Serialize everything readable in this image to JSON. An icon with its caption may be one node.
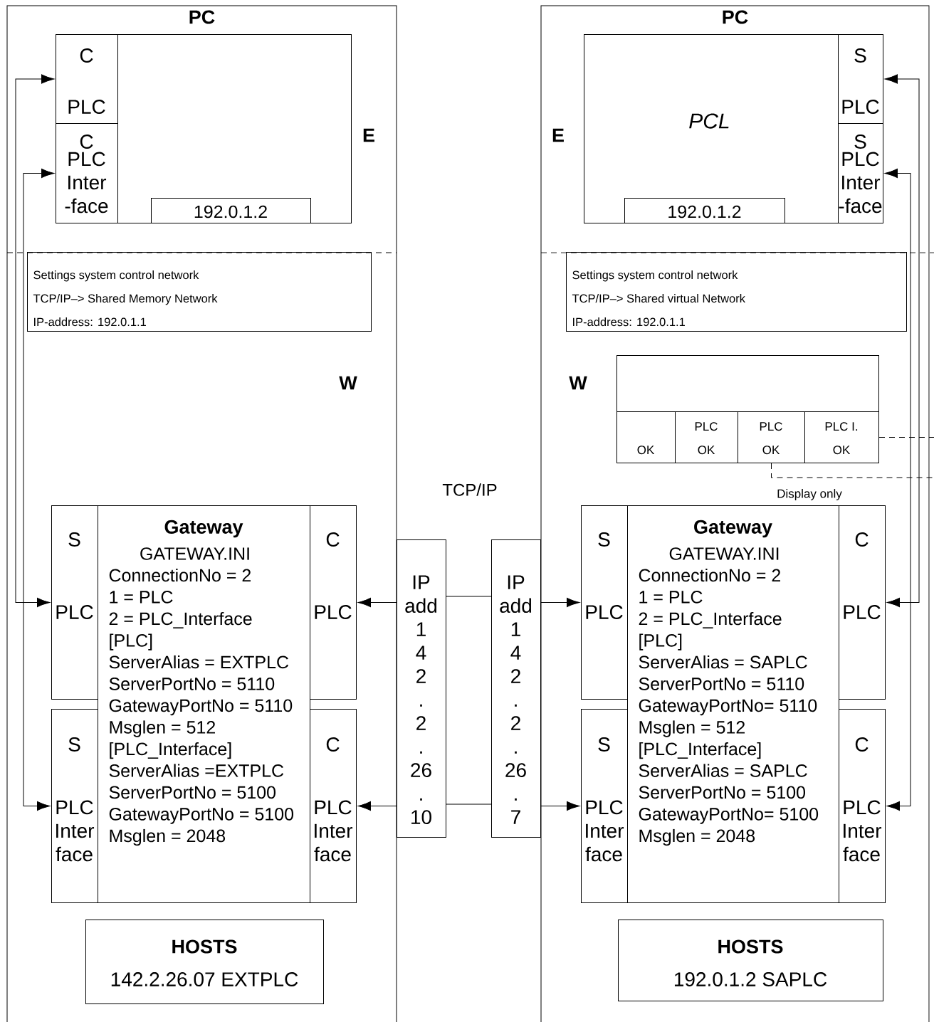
{
  "diagram": {
    "nodes": [
      {
        "text": [
          "PC"
        ]
      },
      {
        "text": [],
        "shape": "box",
        "in": 0
      },
      {
        "text": [
          "C",
          "PLC"
        ],
        "in": 1
      },
      {
        "text": [
          "C",
          "PLC Inter -face"
        ],
        "in": 1
      },
      {
        "text": [
          "192.0.1.2"
        ],
        "in": 1
      },
      {
        "text": [
          "Settings system control network",
          "TCP/IP–> Shared Memory Network",
          "IP-address: 192.0.1.1"
        ],
        "in": 0
      },
      {
        "text": [
          "S",
          "PLC"
        ],
        "in": 0
      },
      {
        "text": [
          "Gateway",
          "GATEWAY.INI",
          "ConnectionNo = 2",
          "1 = PLC",
          "2 = PLC_Interface",
          "[PLC]",
          "ServerAlias = EXTPLC",
          "ServerPortNo = 5110",
          "GatewayPortNo = 5110",
          "Msglen = 512",
          "[PLC_Interface]",
          "ServerAlias =EXTPLC",
          "ServerPortNo = 5100",
          "GatewayPortNo = 5100",
          "Msglen = 2048"
        ],
        "in": 0
      },
      {
        "text": [
          "C",
          "PLC"
        ],
        "in": 0
      },
      {
        "text": [
          "S",
          "PLC Inter face"
        ],
        "in": 0
      },
      {
        "text": [
          "C",
          "PLC Inter face"
        ],
        "in": 0
      },
      {
        "text": [
          "HOSTS",
          "142.2.26.07 EXTPLC"
        ],
        "in": 0
      },
      {
        "text": [
          "IP add 1 4 2 . 2 . 26 . 10"
        ]
      },
      {
        "text": [
          "IP add 1 4 2 . 2 . 26 . 7"
        ]
      },
      {
        "text": [
          "PC"
        ]
      },
      {
        "text": [
          "PCL"
        ],
        "in": 14
      },
      {
        "text": [
          "S",
          "PLC"
        ],
        "in": 15
      },
      {
        "text": [
          "S",
          "PLC Inter -face"
        ],
        "in": 15
      },
      {
        "text": [
          "192.0.1.2"
        ],
        "in": 15
      },
      {
        "text": [
          "Settings system control network",
          "TCP/IP–> Shared virtual Network",
          "IP-address: 192.0.1.1"
        ],
        "in": 14
      },
      {
        "text": [],
        "shape": "box",
        "in": 14
      },
      {
        "text": [
          "OK"
        ],
        "in": 20
      },
      {
        "text": [
          "PLC",
          "OK"
        ],
        "in": 20
      },
      {
        "text": [
          "PLC",
          "OK"
        ],
        "in": 20
      },
      {
        "text": [
          "PLC I.",
          "OK"
        ],
        "in": 20
      },
      {
        "text": [
          "S",
          "PLC"
        ],
        "in": 14
      },
      {
        "text": [
          "Gateway",
          "GATEWAY.INI",
          "ConnectionNo = 2",
          "1 = PLC",
          "2 = PLC_Interface",
          "[PLC]",
          "ServerAlias = SAPLC",
          "ServerPortNo = 5110",
          "GatewayPortNo= 5110",
          "Msglen = 512",
          "[PLC_Interface]",
          "ServerAlias = SAPLC",
          "ServerPortNo = 5100",
          "GatewayPortNo= 5100",
          "Msglen = 2048"
        ],
        "in": 14
      },
      {
        "text": [
          "C",
          "PLC"
        ],
        "in": 14
      },
      {
        "text": [
          "S",
          "PLC Inter face"
        ],
        "in": 14
      },
      {
        "text": [
          "C",
          "PLC Inter face"
        ],
        "in": 14
      },
      {
        "text": [
          "HOSTS",
          "192.0.1.2 SAPLC"
        ],
        "in": 14
      }
    ],
    "edges": [
      {
        "from": 2,
        "to": 6,
        "arrow": "both"
      },
      {
        "from": 3,
        "to": 9,
        "arrow": "both"
      },
      {
        "from": 12,
        "to": 8,
        "arrow": "to"
      },
      {
        "from": 12,
        "to": 10,
        "arrow": "to"
      },
      {
        "from": 12,
        "to": 13,
        "arrow": "none"
      },
      {
        "from": 12,
        "to": 13,
        "arrow": "none"
      },
      {
        "from": 13,
        "to": 25,
        "arrow": "to"
      },
      {
        "from": 13,
        "to": 28,
        "arrow": "to"
      },
      {
        "from": 16,
        "to": 27,
        "arrow": "both"
      },
      {
        "from": 17,
        "to": 29,
        "arrow": "both"
      },
      {
        "from": 24,
        "to": null,
        "arrow": "none",
        "style": "dashed"
      },
      {
        "from": 23,
        "to": null,
        "arrow": "none",
        "style": "dashed"
      }
    ],
    "labels": [
      "E",
      "E",
      "W",
      "W",
      "TCP/IP",
      "Display only"
    ]
  }
}
